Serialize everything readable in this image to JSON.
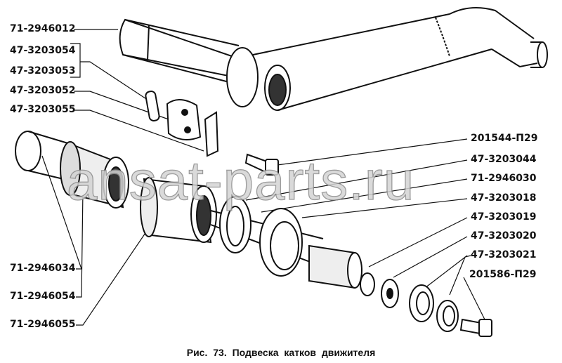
{
  "figure": {
    "caption": "Рис. 73. Подвеска катков движителя",
    "watermark": "ansat-parts.ru",
    "left_labels": [
      "71-2946012",
      "47-3203054",
      "47-3203053",
      "47-3203052",
      "47-3203055"
    ],
    "bottom_left_labels": [
      "71-2946034",
      "71-2946054",
      "71-2946055"
    ],
    "right_labels": [
      "201544-П29",
      "47-3203044",
      "71-2946030",
      "47-3203018",
      "47-3203019",
      "47-3203020",
      "47-3203021",
      "201586-П29"
    ]
  }
}
